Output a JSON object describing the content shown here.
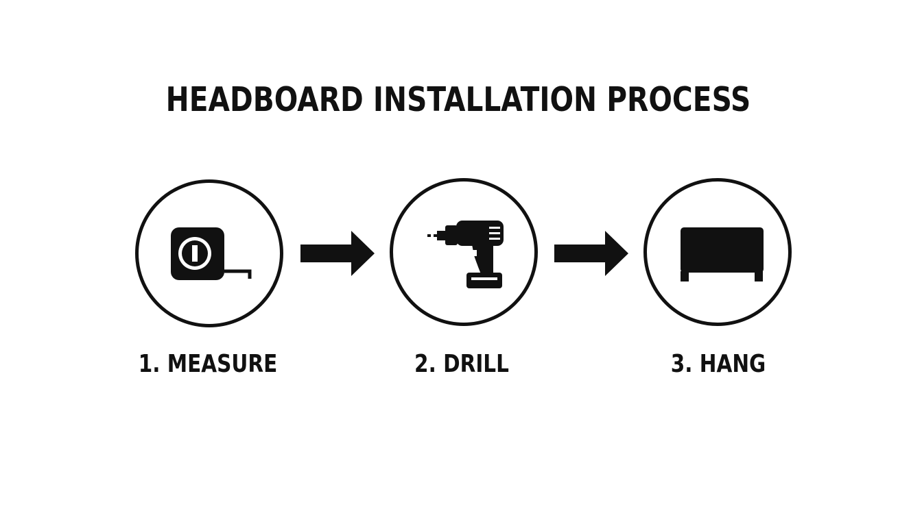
{
  "title": "HEADBOARD INSTALLATION PROCESS",
  "steps": [
    {
      "label": "1. MEASURE",
      "icon": "tape-measure-icon"
    },
    {
      "label": "2. DRILL",
      "icon": "drill-icon"
    },
    {
      "label": "3. HANG",
      "icon": "headboard-icon"
    }
  ],
  "colors": {
    "ink": "#111111",
    "background": "#ffffff"
  }
}
